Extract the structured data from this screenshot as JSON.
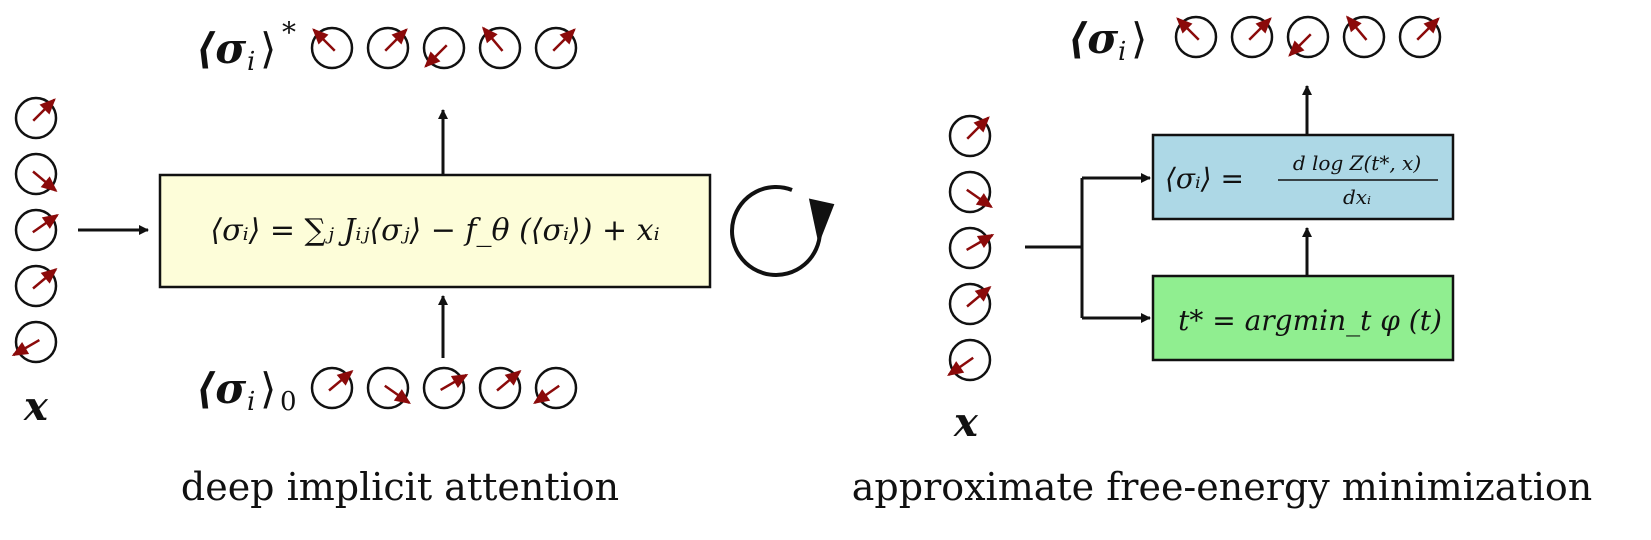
{
  "colors": {
    "spin_arrow": "#8b0a0a",
    "stroke": "#111111",
    "attention_box": "#fdfdd9",
    "output_box": "#add8e6",
    "minimizer_box": "#90ee90"
  },
  "left_panel": {
    "caption": "deep implicit attention",
    "output_label": "⟨σ",
    "output_label_sub": "i",
    "output_label_close": "⟩",
    "output_label_sup": "*",
    "initial_label": "⟨σ",
    "initial_label_sub": "i",
    "initial_label_close": "⟩",
    "initial_label_sub2": "0",
    "input_label": "x",
    "update_rule": "⟨σᵢ⟩ = ∑ⱼ Jᵢⱼ⟨σⱼ⟩ − f_θ (⟨σᵢ⟩) + xᵢ",
    "loop_icon": "cycle-arrow-icon",
    "input_spins": [
      45,
      -40,
      35,
      40,
      210
    ],
    "initial_spins": [
      40,
      -35,
      30,
      40,
      215
    ],
    "output_spins": [
      135,
      45,
      225,
      130,
      45
    ]
  },
  "right_panel": {
    "caption": "approximate free-energy minimization",
    "output_label": "⟨σ",
    "output_label_sub": "i",
    "output_label_close": "⟩",
    "input_label": "x",
    "output_box_formula_lhs": "⟨σᵢ⟩ =",
    "output_box_numerator": "d log Z(t*, x)",
    "output_box_denominator": "dxᵢ",
    "minimizer_box_formula": "t* = argmin_t φ (t)",
    "input_spins": [
      45,
      -35,
      30,
      40,
      215
    ],
    "output_spins": [
      135,
      45,
      225,
      130,
      45
    ]
  }
}
